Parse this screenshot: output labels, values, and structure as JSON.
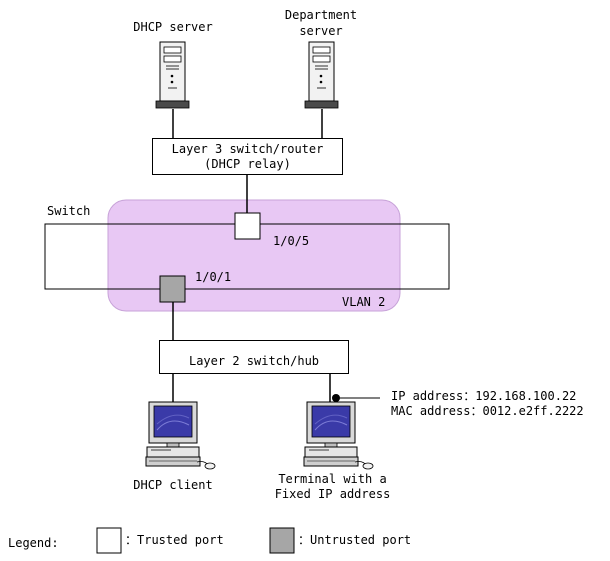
{
  "servers": {
    "dhcp_server": "DHCP server",
    "department_server_line1": "Department",
    "department_server_line2": "server"
  },
  "router": {
    "line1": "Layer 3 switch/router",
    "line2": "(DHCP relay)"
  },
  "switch": {
    "label": "Switch",
    "vlan_label": "VLAN 2",
    "trusted_port": "1/0/5",
    "untrusted_port": "1/0/1"
  },
  "hub": {
    "label": "Layer 2 switch/hub"
  },
  "fixed_terminal": {
    "ip_line": "IP address：192.168.100.22",
    "mac_line": "MAC address：0012.e2ff.2222",
    "caption_line1": "Terminal with a",
    "caption_line2": "Fixed IP address"
  },
  "dhcp_client": {
    "caption": "DHCP client"
  },
  "legend": {
    "title": "Legend:",
    "trusted": "：Trusted port",
    "untrusted": "：Untrusted port"
  },
  "colors": {
    "vlan_fill": "#e8c8f4",
    "vlan_stroke": "#c7a2d8",
    "untrusted_fill": "#a6a6a6",
    "screen_fill": "#3a3aa8"
  }
}
